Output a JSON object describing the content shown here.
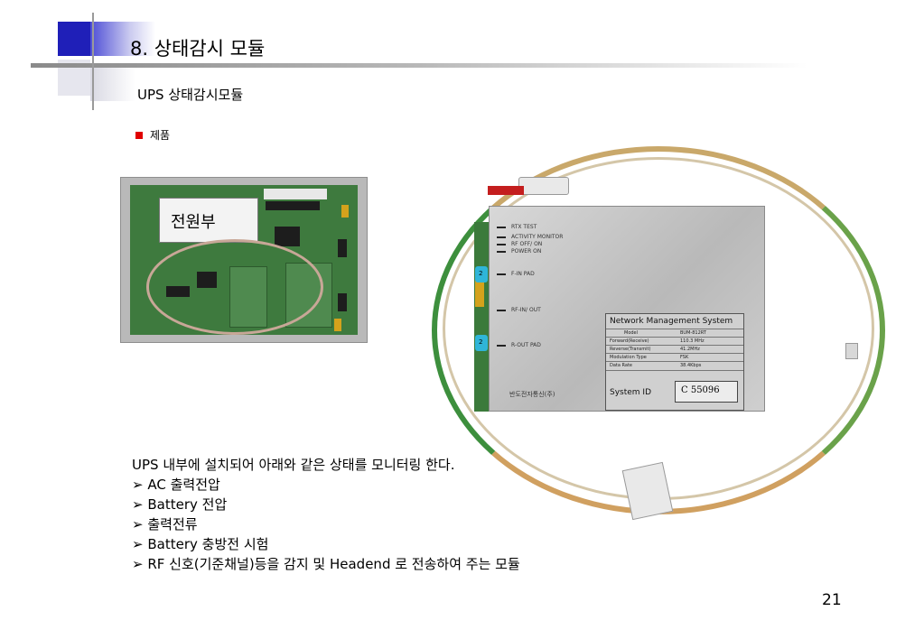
{
  "slide": {
    "title": "8. 상태감시 모듈",
    "subtitle": "UPS 상태감시모듈",
    "product_label": "제품",
    "page_number": "21"
  },
  "photo_left": {
    "label": "전원부"
  },
  "photo_right": {
    "leds": [
      "RTX TEST",
      "ACTIVITY MONITOR",
      "RF OFF/ ON",
      "POWER ON"
    ],
    "ports": [
      "F-IN PAD",
      "RF-IN/ OUT",
      "R-OUT PAD"
    ],
    "pad_numbers": [
      "2",
      "2"
    ],
    "nameplate_title": "Network Management System",
    "spec_rows": [
      {
        "key": "Model",
        "value": "BUM-812RT"
      },
      {
        "key": "Forward(Receive)",
        "value": "110.3 MHz"
      },
      {
        "key": "Reverse(Transmit)",
        "value": "41.2MHz"
      },
      {
        "key": "Modulation Type",
        "value": "FSK"
      },
      {
        "key": "Data Rate",
        "value": "38.4Kbps"
      }
    ],
    "system_id_label": "System ID",
    "system_id_value": "C 55096",
    "maker": "반도전자통신(주)"
  },
  "body": {
    "intro": "UPS 내부에 설치되어 아래와 같은 상태를 모니터링 한다.",
    "items": [
      "AC 출력전압",
      "Battery 전압",
      "출력전류",
      "Battery 충방전 시험",
      "RF 신호(기준채널)등을 감지 및 Headend 로 전송하여 주는 모듈"
    ],
    "bullet_glyph": "➢"
  },
  "colors": {
    "accent_blue": "#1f1fb8",
    "bullet_red": "#e00000",
    "pcb_green": "#3e7a3e"
  }
}
